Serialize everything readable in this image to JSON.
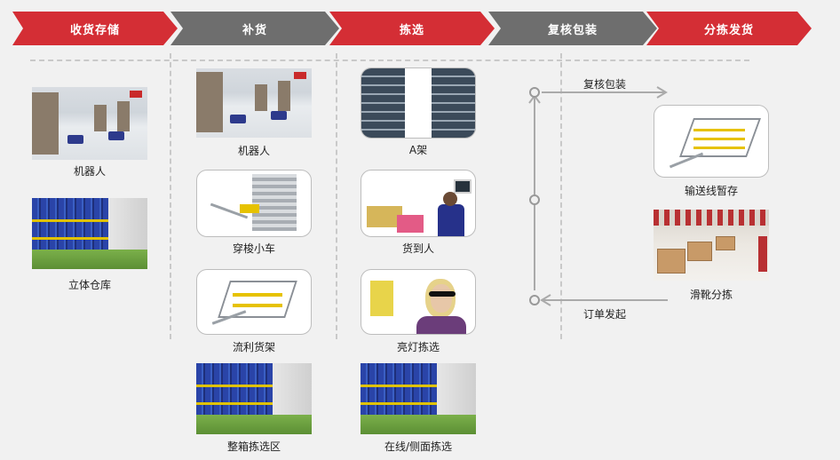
{
  "stages": [
    {
      "label": "收货存储",
      "color": "#d42e35"
    },
    {
      "label": "补货",
      "color": "#6e6e6e"
    },
    {
      "label": "拣选",
      "color": "#d42e35"
    },
    {
      "label": "复核包装",
      "color": "#6e6e6e"
    },
    {
      "label": "分拣发货",
      "color": "#d42e35"
    }
  ],
  "columns": {
    "receiving": [
      {
        "label": "机器人",
        "icon": "robot-warehouse-image"
      },
      {
        "label": "立体仓库",
        "icon": "asrs-warehouse-image"
      }
    ],
    "replenishment": [
      {
        "label": "机器人",
        "icon": "robot-warehouse-image"
      },
      {
        "label": "穿梭小车",
        "icon": "shuttle-car-image"
      },
      {
        "label": "流利货架",
        "icon": "flow-rack-image"
      },
      {
        "label": "整箱拣选区",
        "icon": "case-picking-area-image"
      }
    ],
    "picking": [
      {
        "label": "A架",
        "icon": "a-frame-image"
      },
      {
        "label": "货到人",
        "icon": "goods-to-person-image"
      },
      {
        "label": "亮灯拣选",
        "icon": "pick-to-light-image"
      },
      {
        "label": "在线/侧面拣选",
        "icon": "online-side-picking-image"
      }
    ],
    "shipping": [
      {
        "label": "输送线暂存",
        "icon": "conveyor-buffer-image"
      },
      {
        "label": "滑靴分拣",
        "icon": "shoe-sorter-image"
      }
    ]
  },
  "flow": {
    "top_label": "复核包装",
    "bottom_label": "订单发起"
  }
}
